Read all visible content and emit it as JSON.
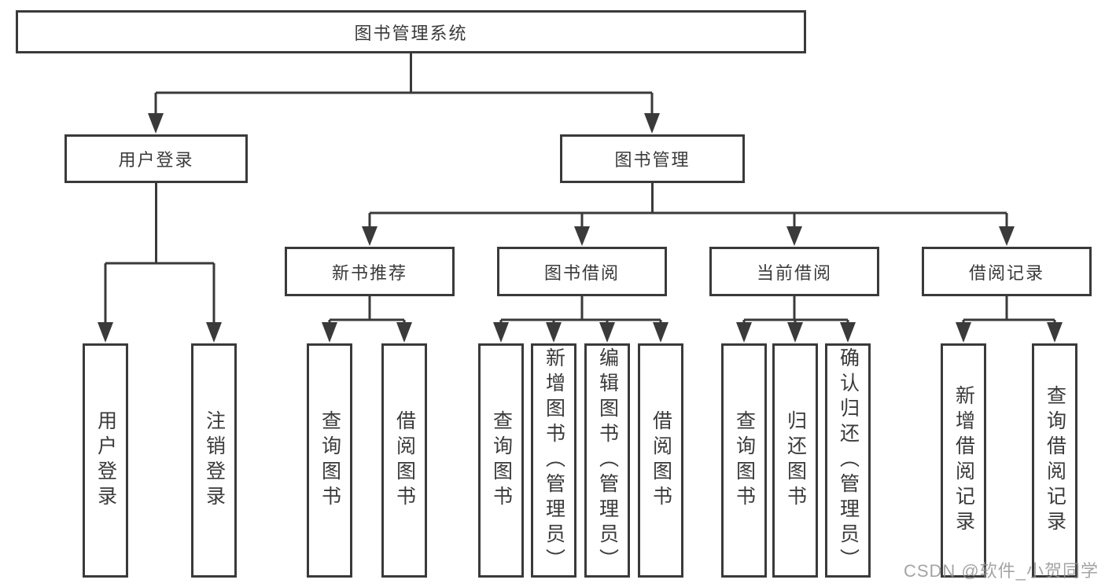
{
  "colors": {
    "line": "#3a3a3a",
    "box_border": "#3a3a3a",
    "box_fill": "#ffffff",
    "text": "#3a3a3a",
    "watermark": "#949494"
  },
  "watermark": {
    "text": "CSDN @软件_小贺同学"
  },
  "tree": {
    "root": {
      "label": "图书管理系统"
    },
    "level2": [
      {
        "label": "用户登录",
        "leaves": [
          {
            "label": "用户登录"
          },
          {
            "label": "注销登录"
          }
        ]
      },
      {
        "label": "图书管理",
        "groups": [
          {
            "label": "新书推荐",
            "leaves": [
              {
                "label": "查询图书"
              },
              {
                "label": "借阅图书"
              }
            ]
          },
          {
            "label": "图书借阅",
            "leaves": [
              {
                "label": "查询图书"
              },
              {
                "label": "新增图书（管理员）"
              },
              {
                "label": "编辑图书（管理员）"
              },
              {
                "label": "借阅图书"
              }
            ]
          },
          {
            "label": "当前借阅",
            "leaves": [
              {
                "label": "查询图书"
              },
              {
                "label": "归还图书"
              },
              {
                "label": "确认归还（管理员）"
              }
            ]
          },
          {
            "label": "借阅记录",
            "leaves": [
              {
                "label": "新增借阅记录"
              },
              {
                "label": "查询借阅记录"
              }
            ]
          }
        ]
      }
    ]
  }
}
